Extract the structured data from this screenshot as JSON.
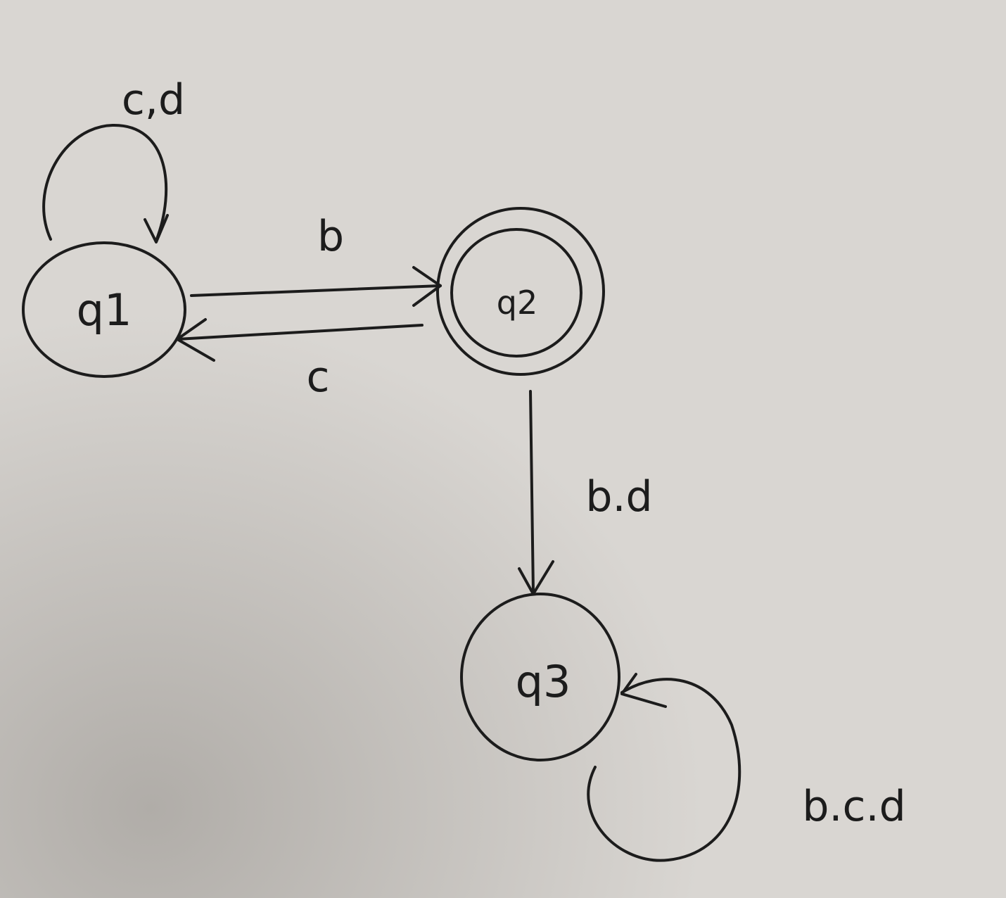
{
  "states": [
    {
      "id": "q1",
      "label": "q1",
      "accepting": false
    },
    {
      "id": "q2",
      "label": "q2",
      "accepting": true
    },
    {
      "id": "q3",
      "label": "q3",
      "accepting": false
    }
  ],
  "transitions": [
    {
      "from": "q1",
      "to": "q1",
      "label": "c,d"
    },
    {
      "from": "q1",
      "to": "q2",
      "label": "b"
    },
    {
      "from": "q2",
      "to": "q1",
      "label": "c"
    },
    {
      "from": "q2",
      "to": "q3",
      "label": "b.d"
    },
    {
      "from": "q3",
      "to": "q3",
      "label": "b.c.d"
    }
  ],
  "colors": {
    "paper": "#d9d6d2",
    "ink": "#1c1c1c"
  }
}
